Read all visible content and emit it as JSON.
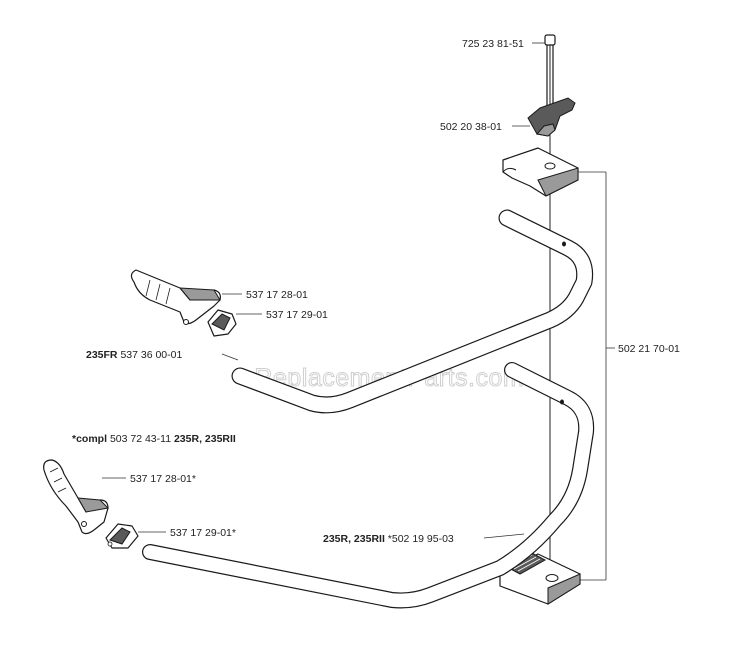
{
  "labels": {
    "bolt": "725 23 81-51",
    "knob": "502 20 38-01",
    "bracket_assembly": "502 21 70-01",
    "upper_grip": "537 17 28-01",
    "upper_grip_nut": "537 17 29-01",
    "upper_handle_model": "235FR",
    "upper_handle_part": "537 36 00-01",
    "compl_prefix": "*compl",
    "compl_part": "503 72 43-11",
    "compl_models": "235R, 235RII",
    "lower_grip": "537 17 28-01*",
    "lower_grip_nut": "537 17 29-01*",
    "lower_handle_model": "235R, 235RII",
    "lower_handle_part": "*502 19 95-03"
  },
  "watermark": "eReplacementParts.com"
}
